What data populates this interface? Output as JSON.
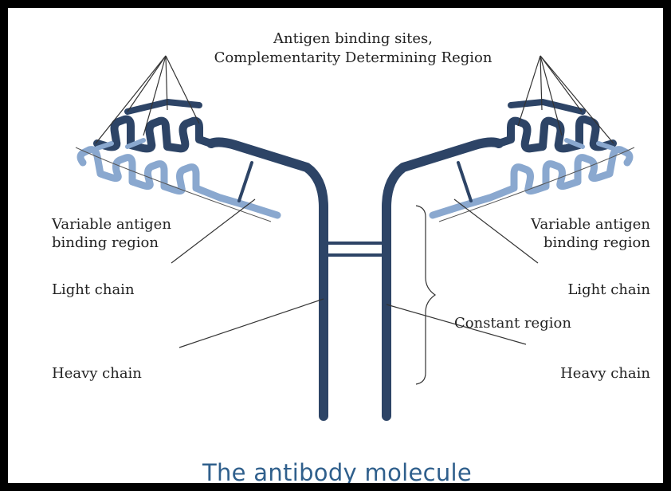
{
  "labels": {
    "binding_sites_1": "Antigen binding sites,",
    "binding_sites_2": "Complementarity Determining Region",
    "variable_left_1": "Variable antigen",
    "variable_left_2": "binding region",
    "variable_right_1": "Variable antigen",
    "variable_right_2": "binding region",
    "light_chain_left": "Light chain",
    "light_chain_right": "Light chain",
    "constant_region": "Constant region",
    "heavy_chain_left": "Heavy chain",
    "heavy_chain_right": "Heavy chain"
  },
  "caption": "The antibody molecule",
  "colors": {
    "heavy_chain": "#2d4466",
    "light_chain": "#8aa8cf",
    "outline": "#1b2b45",
    "caption": "#2f5f8c",
    "pointer_lines": "#333333"
  }
}
